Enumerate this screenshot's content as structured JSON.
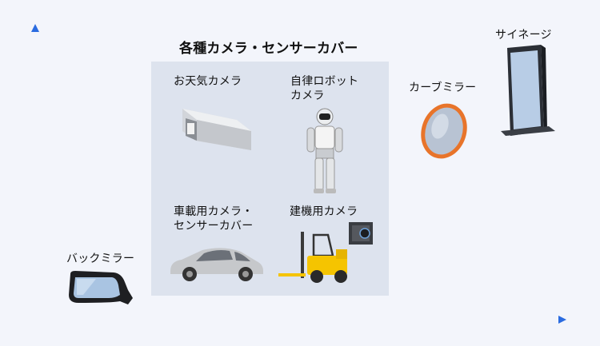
{
  "group_title": "各種カメラ・センサーカバー",
  "items": {
    "surveillance_camera": "お天気カメラ",
    "robot_camera": "自律ロボット\nカメラ",
    "vehicle_camera": "車載用カメラ・\nセンサーカバー",
    "construction_camera": "建機用カメラ",
    "back_mirror": "バックミラー",
    "curve_mirror": "カーブミラー",
    "signage": "サイネージ"
  },
  "colors": {
    "axis_start": "#e0204a",
    "axis_end": "#2a6be0",
    "panel": "#dde3ee",
    "mirror_orange": "#e8742a",
    "forklift_yellow": "#f5c400"
  }
}
